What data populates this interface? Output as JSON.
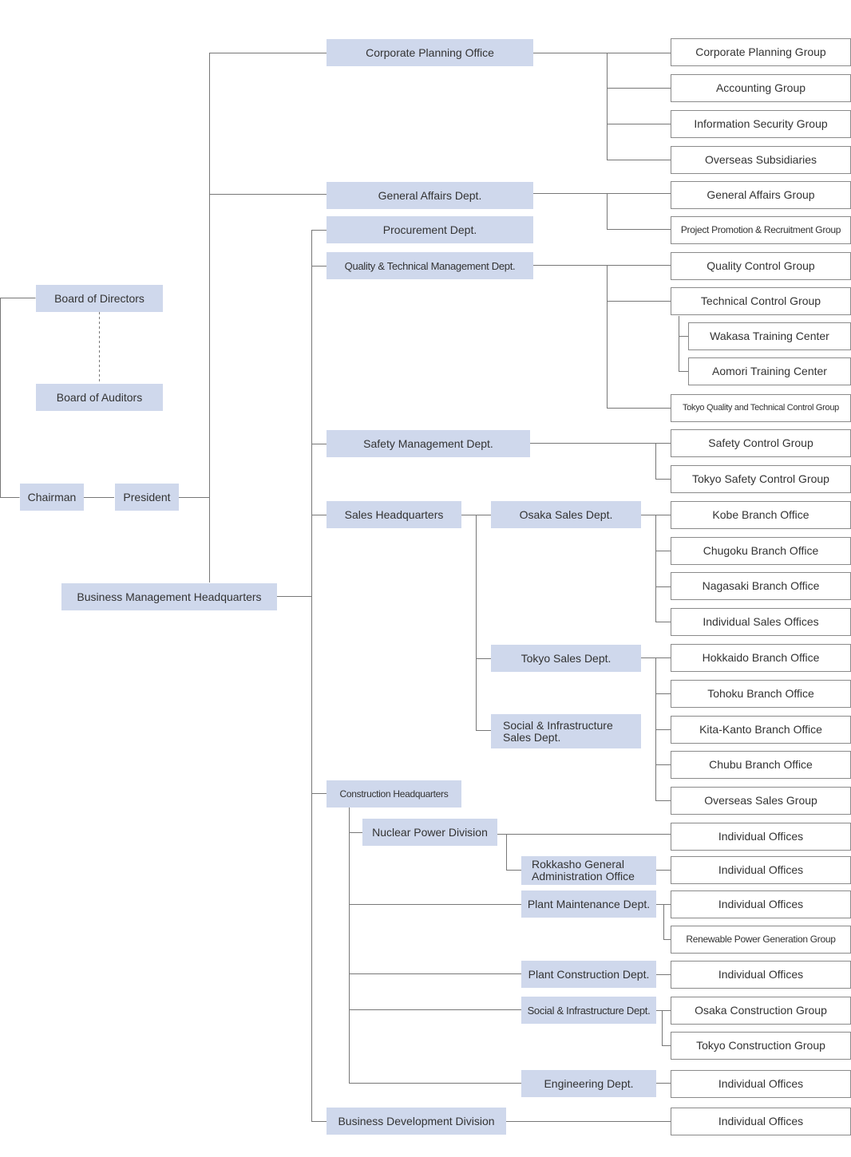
{
  "governance": {
    "board_of_directors": "Board of Directors",
    "board_of_auditors": "Board of Auditors",
    "chairman": "Chairman",
    "president": "President"
  },
  "offices": {
    "corporate_planning_office": "Corporate Planning Office",
    "general_affairs_dept": "General Affairs Dept.",
    "procurement_dept": "Procurement Dept.",
    "quality_technical_mgmt_dept": "Quality & Technical Management Dept.",
    "safety_management_dept": "Safety Management Dept.",
    "sales_headquarters": "Sales Headquarters",
    "business_management_hq": "Business Management Headquarters",
    "osaka_sales_dept": "Osaka Sales Dept.",
    "tokyo_sales_dept": "Tokyo Sales Dept.",
    "social_infra_sales_dept": "Social & Infrastructure\nSales Dept.",
    "construction_headquarters": "Construction Headquarters",
    "nuclear_power_division": "Nuclear Power Division",
    "rokkasho_office": "Rokkasho General\nAdministration Office",
    "plant_maintenance_dept": "Plant Maintenance Dept.",
    "plant_construction_dept": "Plant Construction Dept.",
    "social_infra_dept": "Social & Infrastructure Dept.",
    "engineering_dept": "Engineering Dept.",
    "business_development_division": "Business Development Division"
  },
  "groups": {
    "corporate_planning_group": "Corporate Planning Group",
    "accounting_group": "Accounting Group",
    "information_security_group": "Information Security Group",
    "overseas_subsidiaries": "Overseas Subsidiaries",
    "general_affairs_group": "General Affairs Group",
    "project_promotion_group": "Project Promotion & Recruitment Group",
    "quality_control_group": "Quality Control Group",
    "technical_control_group": "Technical Control Group",
    "wakasa_training_center": "Wakasa Training Center",
    "aomori_training_center": "Aomori Training Center",
    "tokyo_qtc_group": "Tokyo Quality and Technical Control Group",
    "safety_control_group": "Safety Control Group",
    "tokyo_safety_control_group": "Tokyo Safety Control Group",
    "kobe_branch": "Kobe Branch Office",
    "chugoku_branch": "Chugoku Branch Office",
    "nagasaki_branch": "Nagasaki Branch Office",
    "individual_sales_offices": "Individual Sales Offices",
    "hokkaido_branch": "Hokkaido Branch Office",
    "tohoku_branch": "Tohoku Branch Office",
    "kita_kanto_branch": "Kita-Kanto Branch Office",
    "chubu_branch": "Chubu Branch Office",
    "overseas_sales_group": "Overseas Sales Group",
    "individual_offices": "Individual Offices",
    "renewable_power_group": "Renewable Power Generation Group",
    "osaka_construction_group": "Osaka Construction Group",
    "tokyo_construction_group": "Tokyo Construction Group"
  },
  "colors": {
    "filled_box": "#cfd8ec",
    "outline_border": "#8a8a8a",
    "connector_line": "#777777",
    "text": "#333333"
  }
}
